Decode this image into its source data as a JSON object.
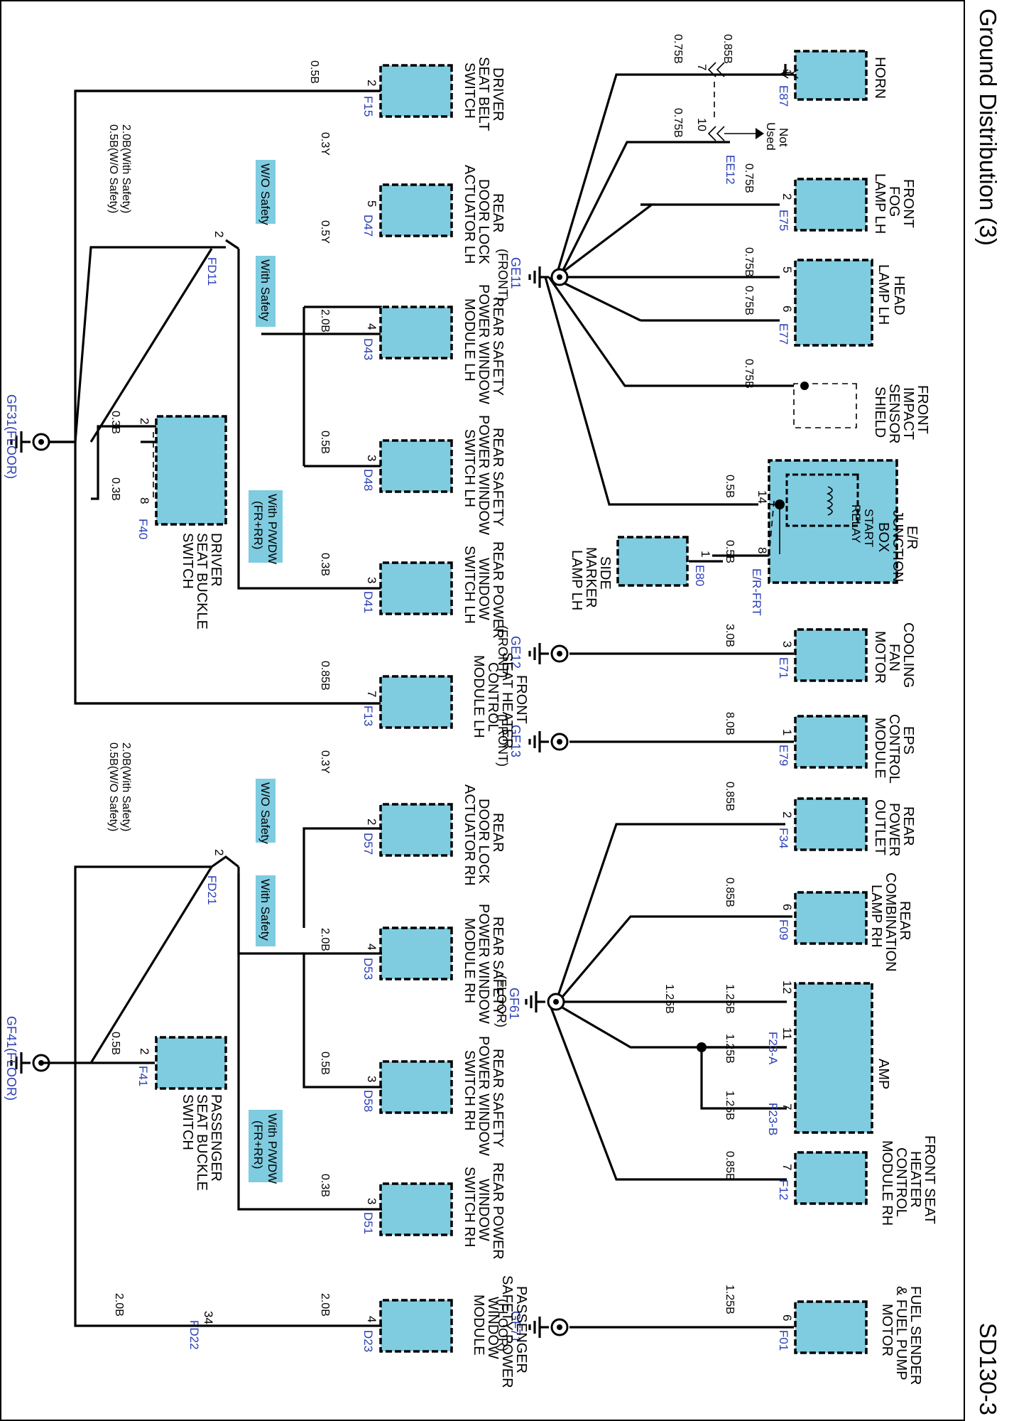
{
  "header": {
    "title": "Ground Distribution (3)",
    "page_id": "SD130-3"
  },
  "grounds": [
    {
      "id": "GE11",
      "location": "(FRONT)"
    },
    {
      "id": "GE12",
      "location": "(FRONT)"
    },
    {
      "id": "GE13",
      "location": "(FRONT)"
    },
    {
      "id": "GF61",
      "location": "(FLOOR)"
    },
    {
      "id": "GF71",
      "location": "(FLOOR)"
    },
    {
      "id": "GF31",
      "location": "(FLOOR)",
      "label": "GF31(FLOOR)"
    },
    {
      "id": "GF41",
      "location": "(FLOOR)",
      "label": "GF41(FLOOR)"
    }
  ],
  "components": [
    {
      "name": [
        "HORN"
      ],
      "connector": "E87",
      "pins": [
        "1"
      ],
      "wires": [
        "0.85B"
      ]
    },
    {
      "name": [
        "FRONT",
        "FOG",
        "LAMP LH"
      ],
      "connector": "E75",
      "pins": [
        "2"
      ],
      "wires": [
        "0.75B"
      ]
    },
    {
      "name": [
        "HEAD",
        "LAMP LH"
      ],
      "connector": "E77",
      "pins": [
        "5",
        "6"
      ],
      "wires": [
        "0.75B",
        "0.75B"
      ]
    },
    {
      "name": [
        "FRONT",
        "IMPACT",
        "SENSOR",
        "SHIELD"
      ],
      "connector": "",
      "pins": [],
      "wires": [
        "0.75B"
      ]
    },
    {
      "name": [
        "E/R",
        "JUNCTION",
        "BOX"
      ],
      "connector": "E/R-FRT",
      "pins": [
        "14",
        "8"
      ],
      "wires": [
        "0.5B",
        "0.5B"
      ],
      "inner": [
        "START",
        "RELAY"
      ]
    },
    {
      "name": [
        "SIDE",
        "MARKER",
        "LAMP LH"
      ],
      "connector": "E80",
      "pins": [
        "1"
      ],
      "wires": []
    },
    {
      "name": [
        "COOLING",
        "FAN",
        "MOTOR"
      ],
      "connector": "E71",
      "pins": [
        "3"
      ],
      "wires": [
        "3.0B"
      ]
    },
    {
      "name": [
        "EPS",
        "CONTROL",
        "MODULE"
      ],
      "connector": "E79",
      "pins": [
        "1"
      ],
      "wires": [
        "8.0B"
      ]
    },
    {
      "name": [
        "REAR",
        "POWER",
        "OUTLET"
      ],
      "connector": "F34",
      "pins": [
        "2"
      ],
      "wires": [
        "0.85B"
      ]
    },
    {
      "name": [
        "REAR",
        "COMBINATION",
        "LAMP RH"
      ],
      "connector": "F09",
      "pins": [
        "6"
      ],
      "wires": [
        "0.85B"
      ]
    },
    {
      "name": [
        "AMP"
      ],
      "connector": "F23-A",
      "connector_b": "F23-B",
      "pins": [
        "12",
        "11",
        "7"
      ],
      "wires": [
        "1.25B",
        "1.25B",
        "1.25B",
        "1.25B"
      ]
    },
    {
      "name": [
        "FRONT SEAT",
        "HEATER",
        "CONTROL",
        "MODULE RH"
      ],
      "connector": "F12",
      "pins": [
        "7"
      ],
      "wires": [
        "0.85B"
      ]
    },
    {
      "name": [
        "FUEL SENDER",
        "& FUEL PUMP",
        "MOTOR"
      ],
      "connector": "F01",
      "pins": [
        "6"
      ],
      "wires": [
        "1.25B"
      ]
    },
    {
      "name": [
        "DRIVER",
        "SEAT BELT",
        "SWITCH"
      ],
      "connector": "F15",
      "pins": [
        "2"
      ],
      "wires": [
        "0.5B"
      ]
    },
    {
      "name": [
        "REAR",
        "DOOR LOCK",
        "ACTUATOR LH"
      ],
      "connector": "D47",
      "pins": [
        "5"
      ],
      "wires": [
        "0.3Y"
      ]
    },
    {
      "name": [
        "REAR SAFETY",
        "POWER WINDOW",
        "MODULE LH"
      ],
      "connector": "D43",
      "pins": [
        "4"
      ],
      "wires": [
        "2.0B"
      ]
    },
    {
      "name": [
        "REAR SAFETY",
        "POWER WINDOW",
        "SWITCH LH"
      ],
      "connector": "D48",
      "pins": [
        "3"
      ],
      "wires": [
        "0.5B"
      ]
    },
    {
      "name": [
        "REAR POWER",
        "WINDOW",
        "SWITCH LH"
      ],
      "connector": "D41",
      "pins": [
        "3"
      ],
      "wires": [
        "0.3B"
      ]
    },
    {
      "name": [
        "FRONT",
        "SEAT HEATER",
        "CONTROL",
        "MODULE LH"
      ],
      "connector": "F13",
      "pins": [
        "7"
      ],
      "wires": [
        "0.85B"
      ]
    },
    {
      "name": [
        "DRIVER",
        "SEAT BUCKLE",
        "SWITCH"
      ],
      "connector": "F40",
      "pins": [
        "2",
        "8"
      ],
      "wires": [
        "0.3B",
        "0.3B"
      ]
    },
    {
      "name": [
        "REAR",
        "DOOR LOCK",
        "ACTUATOR RH"
      ],
      "connector": "D57",
      "pins": [
        "2"
      ],
      "wires": [
        "0.3Y"
      ]
    },
    {
      "name": [
        "REAR SAFETY",
        "POWER WINDOW",
        "MODULE RH"
      ],
      "connector": "D53",
      "pins": [
        "4"
      ],
      "wires": [
        "2.0B"
      ]
    },
    {
      "name": [
        "REAR SAFETY",
        "POWER WINDOW",
        "SWITCH RH"
      ],
      "connector": "D58",
      "pins": [
        "3"
      ],
      "wires": [
        "0.5B"
      ]
    },
    {
      "name": [
        "REAR POWER",
        "WINDOW",
        "SWITCH RH"
      ],
      "connector": "D51",
      "pins": [
        "3"
      ],
      "wires": [
        "0.3B"
      ]
    },
    {
      "name": [
        "PASSENGER",
        "SAFETY POWER",
        "WINDOW",
        "MODULE"
      ],
      "connector": "D23",
      "pins": [
        "4"
      ],
      "wires": [
        "2.0B"
      ]
    },
    {
      "name": [
        "PASSENGER",
        "SEAT BUCKLE",
        "SWITCH"
      ],
      "connector": "F41",
      "pins": [
        "2"
      ],
      "wires": [
        "0.5B"
      ]
    }
  ],
  "splices": [
    {
      "connector": "EE12",
      "pins": [
        "7",
        "10"
      ],
      "wires": [
        "0.75B",
        "0.75B"
      ],
      "note": [
        "Not",
        "Used"
      ]
    },
    {
      "connector": "FD11",
      "pins": [
        "2"
      ],
      "wires": [
        "2.0B(With Safety)",
        "0.5B(W/O Safety)"
      ]
    },
    {
      "connector": "FD21",
      "pins": [
        "2"
      ],
      "wires": [
        "2.0B(With Safety)",
        "0.5B(W/O Safety)"
      ]
    },
    {
      "connector": "FD22",
      "pins": [
        "34"
      ],
      "wires": [
        "2.0B"
      ]
    }
  ],
  "options": {
    "wo_safety": "W/O Safety",
    "with_safety": "With Safety",
    "with_pwdw": [
      "With P/WDW",
      "(FR+RR)"
    ]
  },
  "colors": {
    "component_fill": "#7fcce0",
    "connector_text": "#2b3fb5",
    "wire": "#000000"
  }
}
